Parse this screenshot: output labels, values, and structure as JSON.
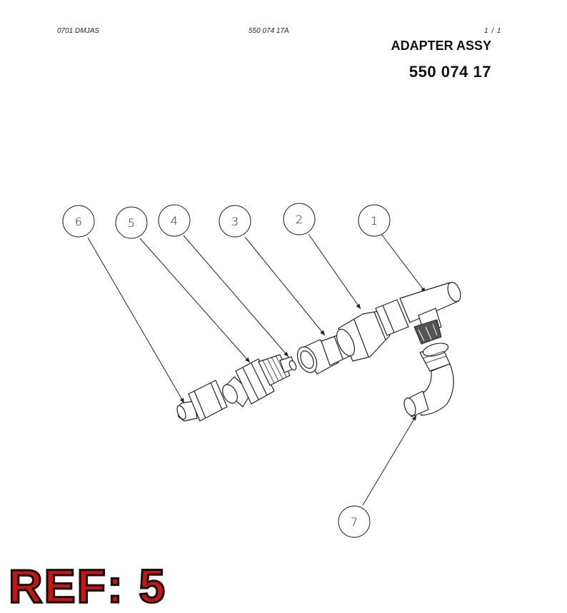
{
  "header": {
    "left_code": "0701 DMJAS",
    "doc_number": "550 074 17A",
    "page": "1 /  1"
  },
  "title": "ADAPTER ASSY",
  "part_number": "550 074 17",
  "callouts": [
    "6",
    "5",
    "4",
    "3",
    "2",
    "1",
    "7"
  ],
  "ref_label": "REF: 5",
  "colors": {
    "ref_fill": "#c8150f",
    "ref_outline": "#111111",
    "line": "#222222"
  }
}
